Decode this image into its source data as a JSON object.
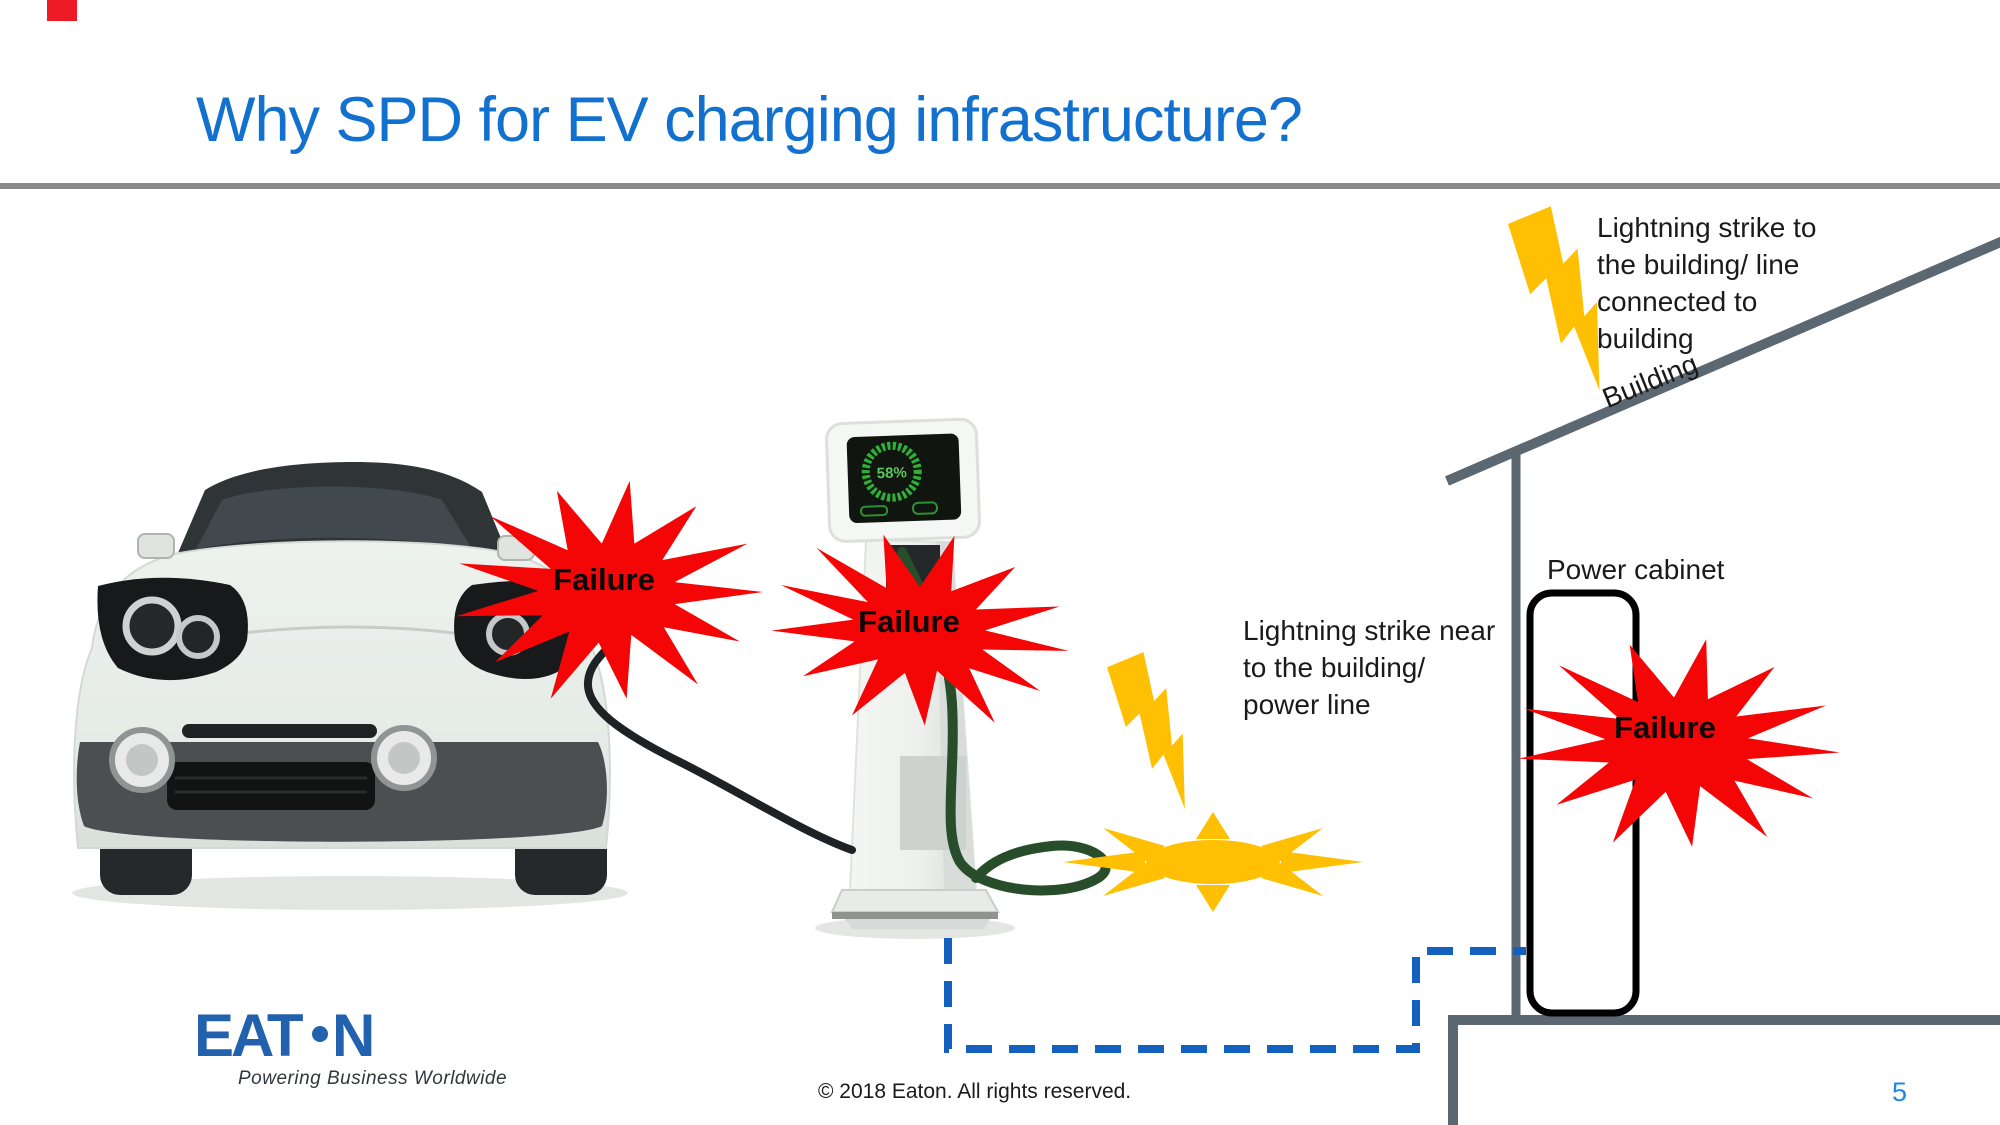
{
  "slide": {
    "title": "Why SPD for EV charging infrastructure?",
    "footer_copyright": "© 2018 Eaton. All rights reserved.",
    "page_number": "5"
  },
  "logo": {
    "brand_prefix": "EAT",
    "brand_suffix": "N",
    "tagline": "Powering Business Worldwide"
  },
  "annotations": {
    "strike_to_building": [
      "Lightning strike to",
      "the building/ line",
      "connected to",
      "building"
    ],
    "strike_near": [
      "Lightning strike near",
      "to the building/",
      "power line"
    ],
    "building": "Building",
    "power_cabinet": "Power cabinet",
    "failures": [
      "Failure",
      "Failure",
      "Failure"
    ]
  },
  "charger": {
    "charge_percent": "58%"
  },
  "colors": {
    "accent_blue": "#1271CE",
    "bolt_yellow": "#FFC003",
    "failure_red": "#F40606",
    "line_gray": "#5B6771",
    "dash_blue": "#1460BE",
    "page_blue": "#1D87E4",
    "eaton_blue": "#2161AE"
  }
}
